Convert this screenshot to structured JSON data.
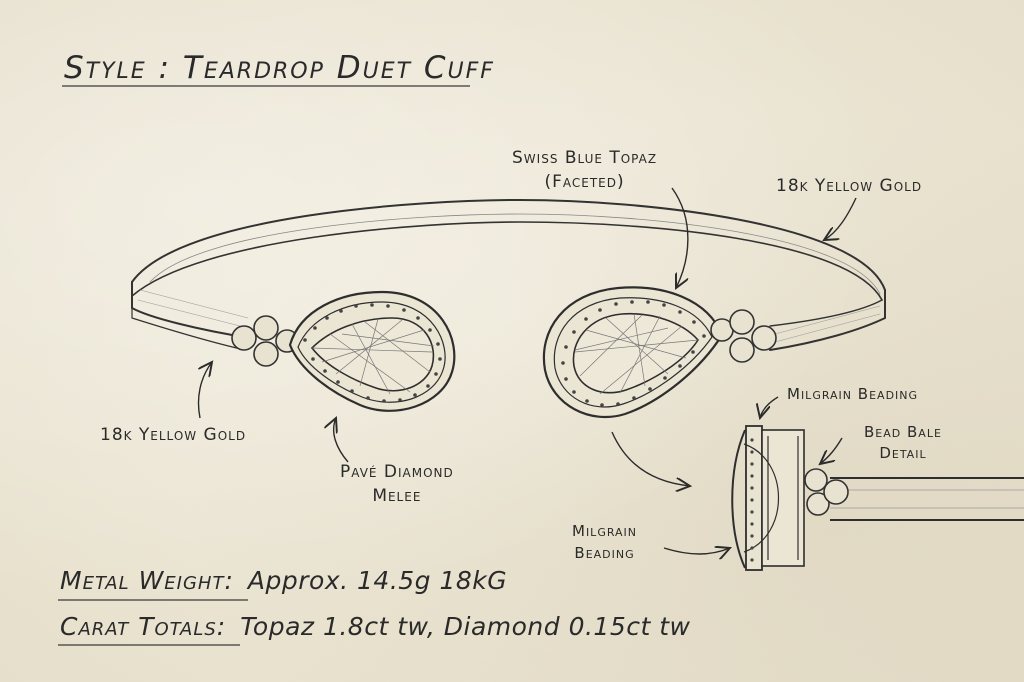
{
  "title": {
    "key": "Style",
    "sep": ":",
    "value": "Teardrop Duet Cuff"
  },
  "labels": {
    "topaz": [
      "Swiss Blue Topaz",
      "(Faceted)"
    ],
    "gold_right": "18k Yellow Gold",
    "gold_left": "18k Yellow Gold",
    "pave": [
      "Pavé Diamond",
      "Melee"
    ],
    "milgrain_top": "Milgrain Beading",
    "bead_bale": [
      "Bead Bale",
      "Detail"
    ],
    "milgrain_bottom": [
      "Milgrain",
      "Beading"
    ]
  },
  "specs": [
    {
      "key": "Metal Weight",
      "sep": ":",
      "value": "Approx. 14.5g 18kG"
    },
    {
      "key": "Carat Totals",
      "sep": ":",
      "value": "Topaz 1.8ct tw, Diamond 0.15ct tw"
    }
  ],
  "colors": {
    "ink": "#2b2b2b",
    "paper": "#efe9d9",
    "shade": "#8a8578"
  }
}
